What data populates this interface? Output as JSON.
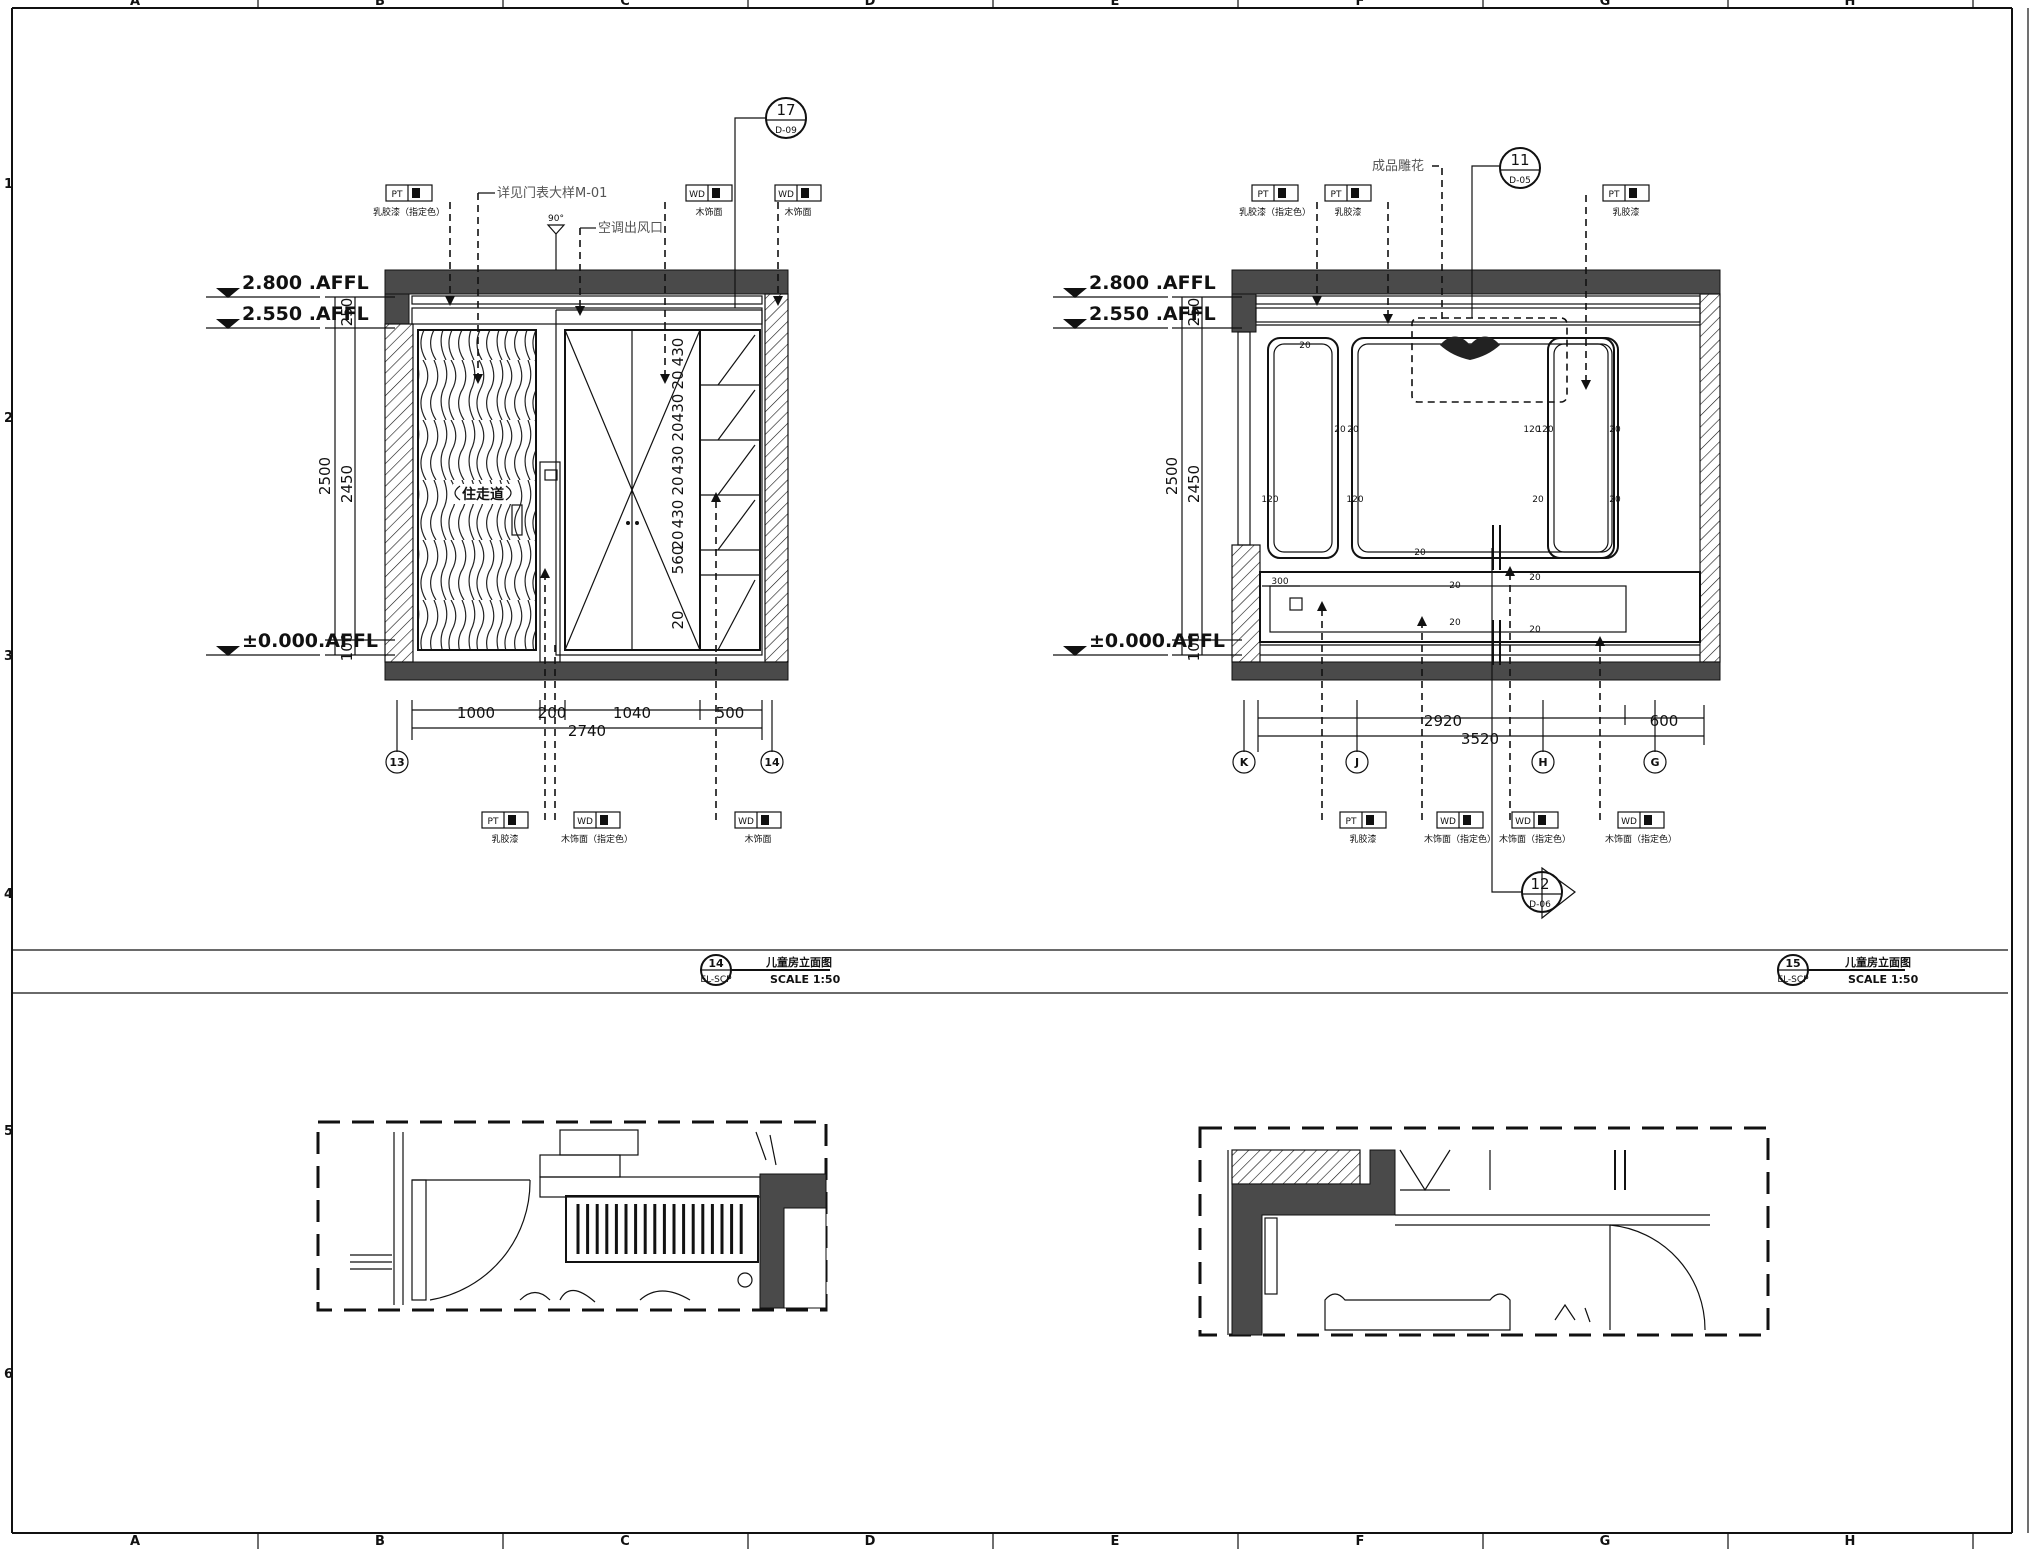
{
  "border": {
    "columns": [
      "A",
      "B",
      "C",
      "D",
      "E",
      "F",
      "G",
      "H"
    ],
    "rows": [
      "1",
      "2",
      "3",
      "4",
      "5",
      "6"
    ]
  },
  "elev14": {
    "levels": [
      "2.800 .AFFL",
      "2.550 .AFFL",
      "±0.000.AFFL"
    ],
    "dims_v_outer": "2500",
    "dims_v_inner": [
      "250",
      "2450",
      "100"
    ],
    "dims_h": [
      "1000",
      "200",
      "1040",
      "500"
    ],
    "dim_total": "2740",
    "grid_left": "13",
    "grid_right": "14",
    "shelf_dims": [
      "430",
      "20",
      "430",
      "20",
      "430",
      "20",
      "430",
      "20",
      "560",
      "20"
    ],
    "note_door": "详见门表大样M-01",
    "note_vent": "空调出风口",
    "vent_angle": "90°",
    "wall_label": "住走道",
    "detail": {
      "num": "17",
      "ref": "D-09"
    },
    "tags_top": [
      {
        "code": "PT",
        "desc": "乳胶漆（指定色）"
      },
      {
        "code": "WD",
        "desc": "木饰面"
      },
      {
        "code": "WD",
        "desc": "木饰面"
      }
    ],
    "tags_bottom": [
      {
        "code": "PT",
        "desc": "乳胶漆"
      },
      {
        "code": "WD",
        "desc": "木饰面（指定色）"
      },
      {
        "code": "WD",
        "desc": "木饰面"
      }
    ],
    "title": {
      "num": "14",
      "sheet": "EL-SCP",
      "name": "儿童房立面图",
      "scale": "SCALE 1:50"
    }
  },
  "elev15": {
    "levels": [
      "2.800 .AFFL",
      "2.550 .AFFL",
      "±0.000.AFFL"
    ],
    "dims_v_outer": "2500",
    "dims_v_inner": [
      "250",
      "2450",
      "100"
    ],
    "dims_h": [
      "2920",
      "600"
    ],
    "dim_total": "3520",
    "dim_left_small": "300",
    "grid": [
      "K",
      "J",
      "H",
      "G"
    ],
    "note_carving": "成品雕花",
    "panel_nums": [
      "20",
      "20",
      "20",
      "20",
      "20",
      "20",
      "120",
      "120",
      "120",
      "120",
      "20",
      "20",
      "20",
      "20",
      "20"
    ],
    "detail_top": {
      "num": "11",
      "ref": "D-05"
    },
    "detail_bottom": {
      "num": "12",
      "ref": "D-06"
    },
    "tags_top": [
      {
        "code": "PT",
        "desc": "乳胶漆（指定色）"
      },
      {
        "code": "PT",
        "desc": "乳胶漆"
      },
      {
        "code": "PT",
        "desc": "乳胶漆"
      }
    ],
    "tags_bottom": [
      {
        "code": "PT",
        "desc": "乳胶漆"
      },
      {
        "code": "WD",
        "desc": "木饰面（指定色）"
      },
      {
        "code": "WD",
        "desc": "木饰面（指定色）"
      },
      {
        "code": "WD",
        "desc": "木饰面（指定色）"
      }
    ],
    "title": {
      "num": "15",
      "sheet": "EL-SCP",
      "name": "儿童房立面图",
      "scale": "SCALE 1:50"
    }
  },
  "colors": {
    "wall_fill": "#4a4a4a",
    "line": "#111111",
    "note": "#555555"
  }
}
